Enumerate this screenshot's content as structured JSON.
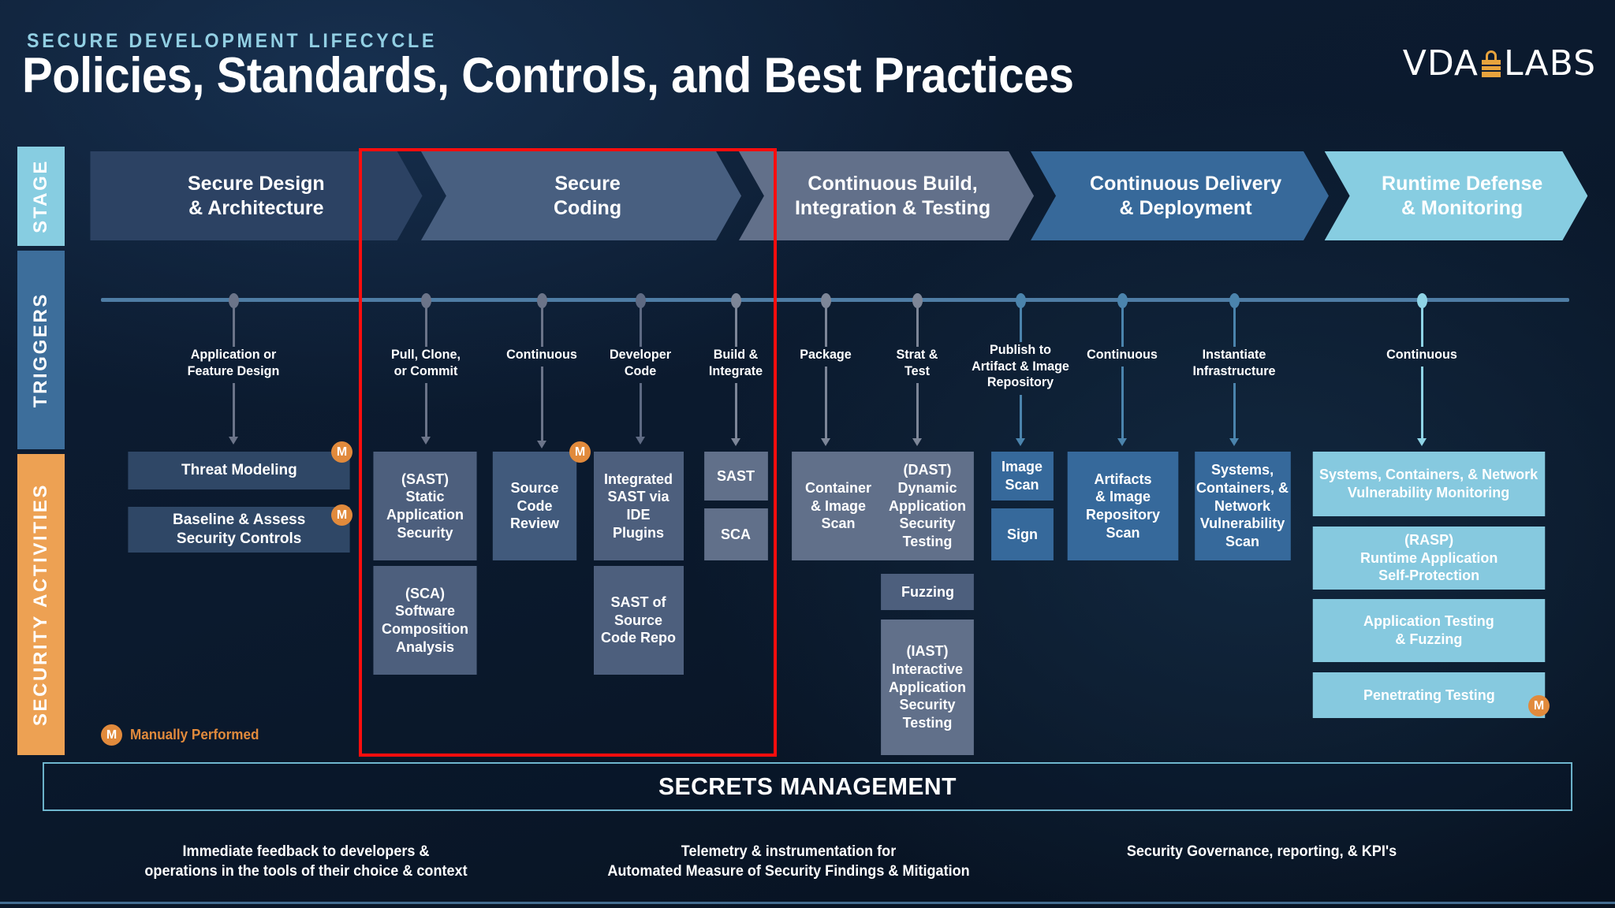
{
  "header": {
    "eyebrow": "SECURE DEVELOPMENT LIFECYCLE",
    "title": "Policies, Standards, Controls, and Best Practices",
    "logo_left": "VDA",
    "logo_right": "LABS",
    "logo_icon": "padlock-icon"
  },
  "row_labels": {
    "stage": "STAGE",
    "triggers": "TRIGGERS",
    "activities": "SECURITY ACTIVITIES"
  },
  "colors": {
    "accent_orange": "#e18a3c",
    "accent_cyan": "#7fc8df",
    "highlight_red": "#fd0d0d",
    "background": "#0b1a2e"
  },
  "stages": [
    {
      "label": "Secure Design\n& Architecture",
      "color": "#2c4263"
    },
    {
      "label": "Secure\nCoding",
      "color": "#485f80"
    },
    {
      "label": "Continuous Build,\nIntegration & Testing",
      "color": "#62708a"
    },
    {
      "label": "Continuous Delivery\n& Deployment",
      "color": "#37699a"
    },
    {
      "label": "Runtime Defense\n& Monitoring",
      "color": "#87cde1"
    }
  ],
  "triggers": [
    {
      "label": "Application or\nFeature Design",
      "color": "#6b7489"
    },
    {
      "label": "Pull, Clone,\nor Commit",
      "color": "#6b7489"
    },
    {
      "label": "Continuous",
      "color": "#6b7489"
    },
    {
      "label": "Developer\nCode",
      "color": "#5e6a83"
    },
    {
      "label": "Build &\nIntegrate",
      "color": "#7d8698"
    },
    {
      "label": "Package",
      "color": "#7d8698"
    },
    {
      "label": "Strat &\nTest",
      "color": "#7d8698"
    },
    {
      "label": "Publish to\nArtifact & Image\nRepository",
      "color": "#4b84ad"
    },
    {
      "label": "Continuous",
      "color": "#4b84ad"
    },
    {
      "label": "Instantiate\nInfrastructure",
      "color": "#4b84ad"
    },
    {
      "label": "Continuous",
      "color": "#8fd4e6"
    }
  ],
  "activities": [
    {
      "label": "Threat Modeling",
      "color": "#2f4straight",
      "manual": true
    },
    {
      "label": "Baseline & Assess\nSecurity Controls",
      "manual": true
    },
    {
      "label": "(SAST)\nStatic\nApplication\nSecurity",
      "manual": false
    },
    {
      "label": "(SCA)\nSoftware\nComposition\nAnalysis",
      "manual": false
    },
    {
      "label": "Source\nCode\nReview",
      "manual": false
    },
    {
      "label": "Integrated\nSAST via\nIDE\nPlugins",
      "manual": true
    },
    {
      "label": "SAST of\nSource\nCode Repo",
      "manual": false
    },
    {
      "label": "SAST",
      "manual": false
    },
    {
      "label": "SCA",
      "manual": false
    },
    {
      "label": "Container\n& Image\nScan",
      "manual": false
    },
    {
      "label": "(DAST)\nDynamic\nApplication\nSecurity\nTesting",
      "manual": false
    },
    {
      "label": "Fuzzing",
      "manual": false
    },
    {
      "label": "(IAST)\nInteractive\nApplication\nSecurity\nTesting",
      "manual": false
    },
    {
      "label": "Image\nScan",
      "manual": false
    },
    {
      "label": "Sign",
      "manual": false
    },
    {
      "label": "Artifacts\n& Image\nRepository\nScan",
      "manual": false
    },
    {
      "label": "Systems,\nContainers, &\nNetwork\nVulnerability\nScan",
      "manual": false
    },
    {
      "label": "Systems, Containers, & Network\nVulnerability Monitoring",
      "manual": false
    },
    {
      "label": "(RASP)\nRuntime Application\nSelf-Protection",
      "manual": false
    },
    {
      "label": "Application Testing\n& Fuzzing",
      "manual": false
    },
    {
      "label": "Penetrating Testing",
      "manual": true
    }
  ],
  "legend": {
    "badge": "M",
    "label": "Manually Performed"
  },
  "secrets_bar": {
    "label": "SECRETS MANAGEMENT"
  },
  "footer": [
    "Immediate feedback to developers &\noperations in the tools of their choice & context",
    "Telemetry & instrumentation for\nAutomated Measure of Security Findings & Mitigation",
    "Security Governance, reporting, & KPI's"
  ]
}
